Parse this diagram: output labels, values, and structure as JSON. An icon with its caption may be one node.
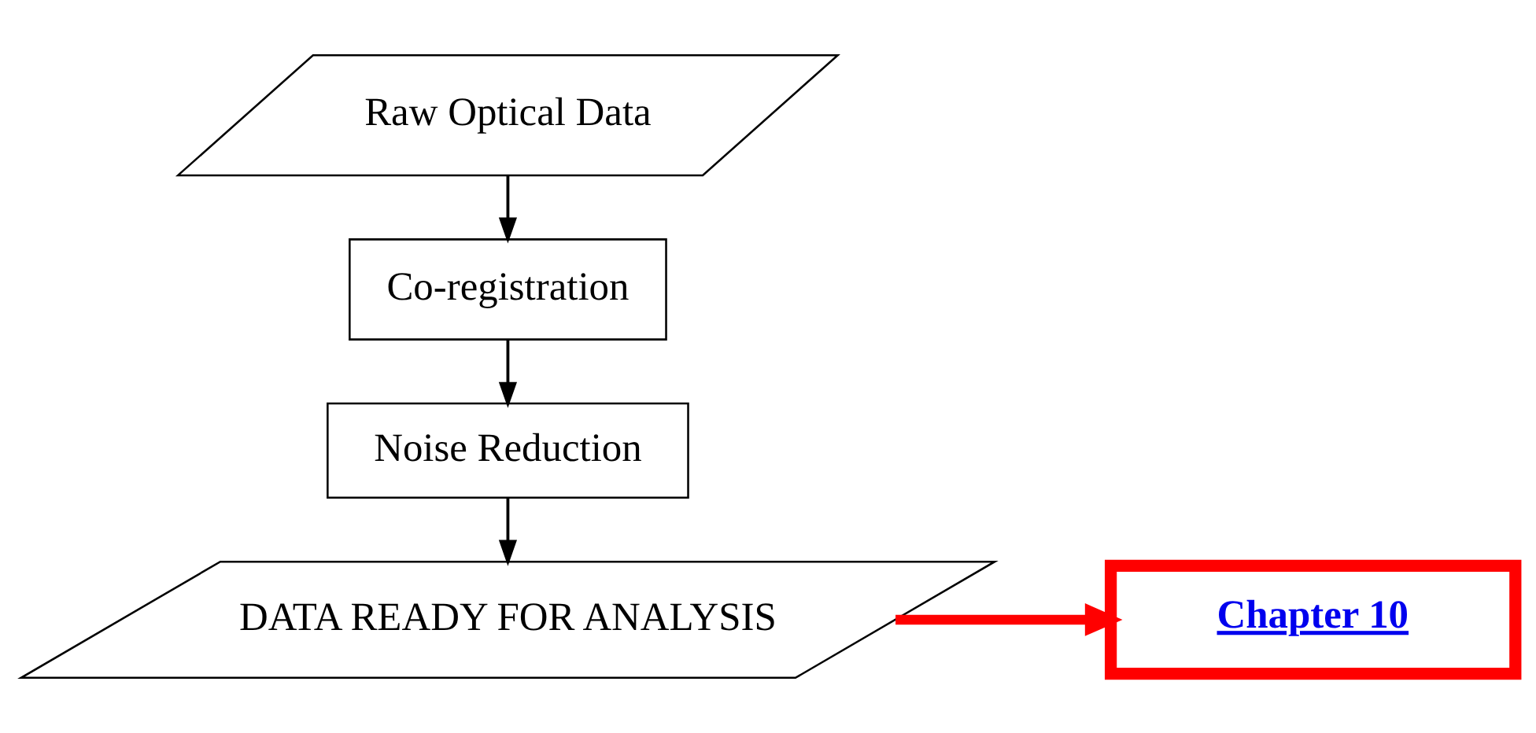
{
  "diagram": {
    "nodes": [
      {
        "text": [
          "Raw Optical Data"
        ]
      },
      {
        "text": [
          "Co-registration"
        ]
      },
      {
        "text": [
          "Noise Reduction"
        ]
      },
      {
        "text": [
          "DATA READY FOR ANALYSIS"
        ]
      },
      {
        "text": [
          "Chapter 10"
        ]
      }
    ],
    "edges": [
      {
        "from": 0,
        "to": 1,
        "arrow": "to"
      },
      {
        "from": 1,
        "to": 2,
        "arrow": "to"
      },
      {
        "from": 2,
        "to": 3,
        "arrow": "to"
      },
      {
        "from": 3,
        "to": 4,
        "arrow": "to",
        "style": "thick",
        "color": "#ff0000"
      }
    ]
  }
}
